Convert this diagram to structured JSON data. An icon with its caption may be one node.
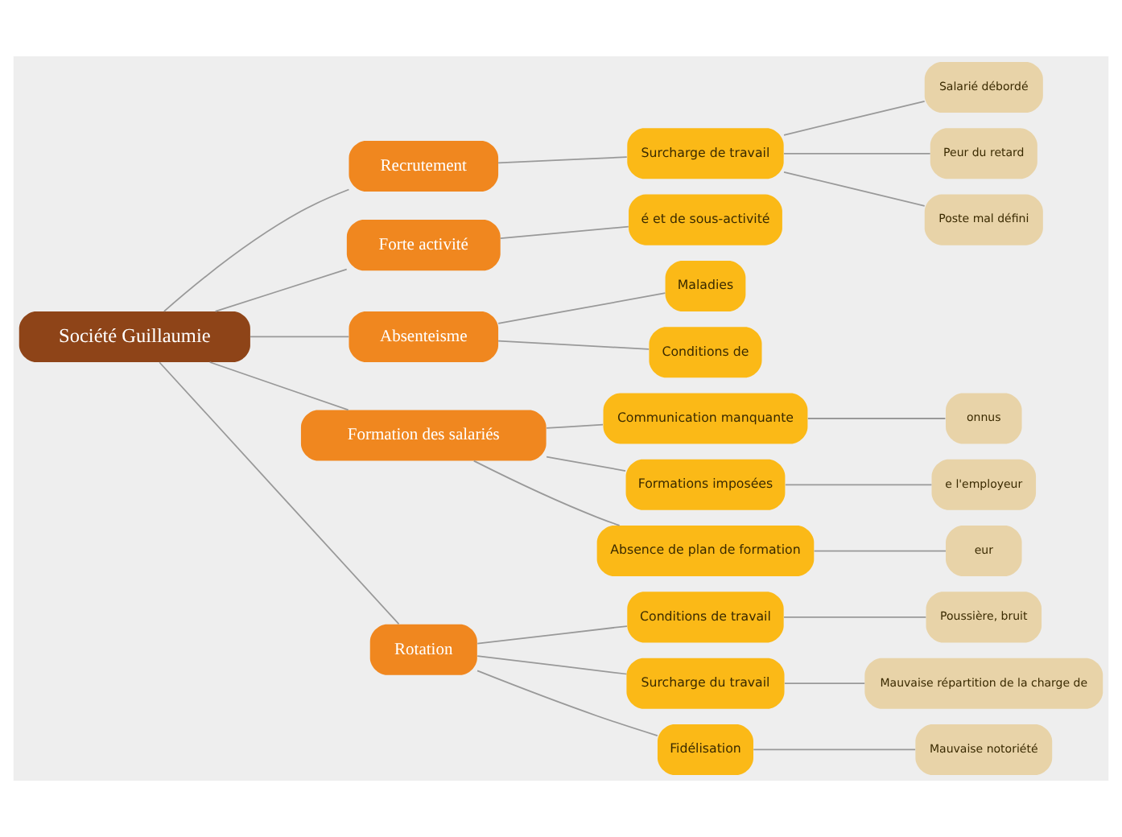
{
  "diagram": {
    "nodes": [
      {
        "text": [
          "Société Guillaumie"
        ]
      },
      {
        "text": [
          "Recrutement"
        ]
      },
      {
        "text": [
          "Surcharge de travail"
        ]
      },
      {
        "text": [
          "Salarié débordé"
        ]
      },
      {
        "text": [
          "Peur du retard"
        ]
      },
      {
        "text": [
          "Poste mal défini"
        ]
      },
      {
        "text": [
          "Forte activité"
        ]
      },
      {
        "text": [
          "é et de sous-activité"
        ]
      },
      {
        "text": [
          "Absenteisme"
        ]
      },
      {
        "text": [
          "Maladies"
        ]
      },
      {
        "text": [
          "Conditions de"
        ]
      },
      {
        "text": [
          "Formation des salariés"
        ]
      },
      {
        "text": [
          "Communication manquante"
        ]
      },
      {
        "text": [
          "onnus"
        ]
      },
      {
        "text": [
          "Formations imposées"
        ]
      },
      {
        "text": [
          "e l'employeur"
        ]
      },
      {
        "text": [
          "Absence de plan de formation"
        ]
      },
      {
        "text": [
          "eur"
        ]
      },
      {
        "text": [
          "Rotation"
        ]
      },
      {
        "text": [
          "Conditions de travail"
        ]
      },
      {
        "text": [
          "Poussière, bruit"
        ]
      },
      {
        "text": [
          "Surcharge du travail"
        ]
      },
      {
        "text": [
          "Mauvaise répartition de la charge de"
        ]
      },
      {
        "text": [
          "Fidélisation"
        ]
      },
      {
        "text": [
          "Mauvaise notoriété"
        ]
      }
    ],
    "edges": [
      {
        "from": 0,
        "to": 1,
        "arrow": "none"
      },
      {
        "from": 1,
        "to": 2,
        "arrow": "none"
      },
      {
        "from": 2,
        "to": 3,
        "arrow": "none"
      },
      {
        "from": 2,
        "to": 4,
        "arrow": "none"
      },
      {
        "from": 2,
        "to": 5,
        "arrow": "none"
      },
      {
        "from": 0,
        "to": 6,
        "arrow": "none"
      },
      {
        "from": 6,
        "to": 7,
        "arrow": "none"
      },
      {
        "from": 0,
        "to": 8,
        "arrow": "none"
      },
      {
        "from": 8,
        "to": 9,
        "arrow": "none"
      },
      {
        "from": 8,
        "to": 10,
        "arrow": "none"
      },
      {
        "from": 0,
        "to": 11,
        "arrow": "none"
      },
      {
        "from": 11,
        "to": 12,
        "arrow": "none"
      },
      {
        "from": 12,
        "to": 13,
        "arrow": "none"
      },
      {
        "from": 11,
        "to": 14,
        "arrow": "none"
      },
      {
        "from": 14,
        "to": 15,
        "arrow": "none"
      },
      {
        "from": 11,
        "to": 16,
        "arrow": "none"
      },
      {
        "from": 16,
        "to": 17,
        "arrow": "none"
      },
      {
        "from": 0,
        "to": 18,
        "arrow": "none"
      },
      {
        "from": 18,
        "to": 19,
        "arrow": "none"
      },
      {
        "from": 19,
        "to": 20,
        "arrow": "none"
      },
      {
        "from": 18,
        "to": 21,
        "arrow": "none"
      },
      {
        "from": 21,
        "to": 22,
        "arrow": "none"
      },
      {
        "from": 18,
        "to": 23,
        "arrow": "none"
      },
      {
        "from": 23,
        "to": 24,
        "arrow": "none"
      }
    ]
  }
}
